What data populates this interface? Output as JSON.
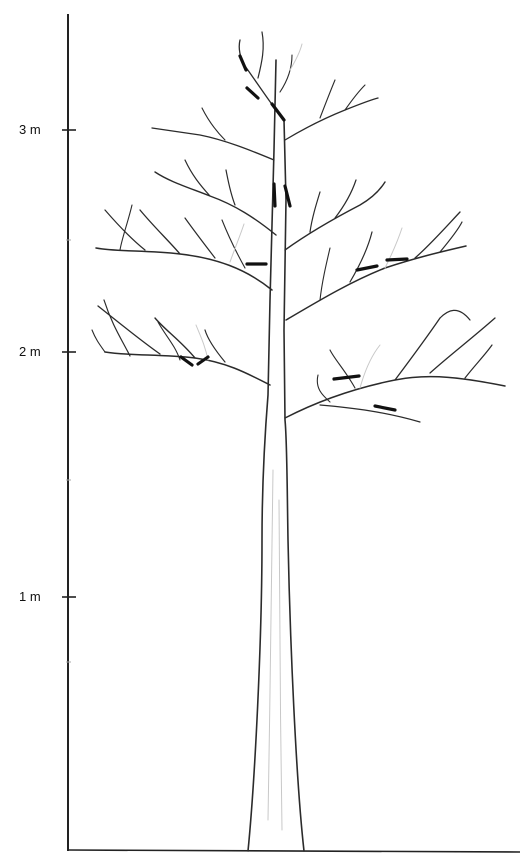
{
  "scale": {
    "unit": "m",
    "ticks": [
      {
        "value": 1,
        "label": "1 m"
      },
      {
        "value": 2,
        "label": "2 m"
      },
      {
        "value": 3,
        "label": "3 m"
      }
    ],
    "minor_ticks": [
      0.5,
      1.5,
      2.5
    ]
  },
  "colors": {
    "line": "#2b2b2b",
    "faint": "#c8c8c8",
    "cut_mark": "#111111",
    "background": "#ffffff"
  }
}
